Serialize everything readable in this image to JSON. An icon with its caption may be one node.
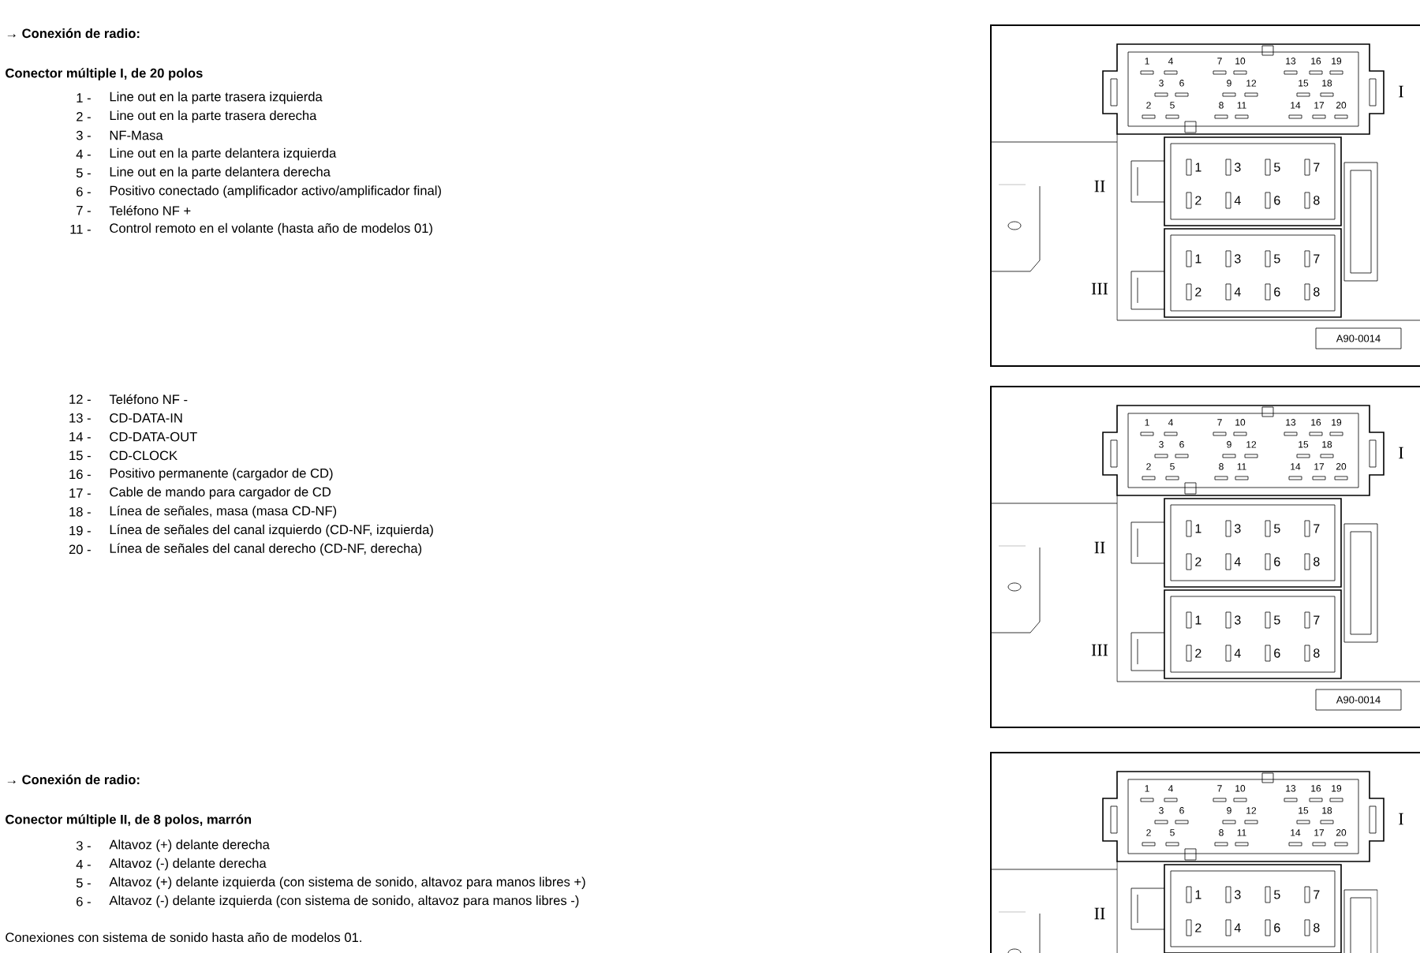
{
  "diagram": {
    "labels": [
      "→ Conexión de radio:",
      "Conector múltiple I, de 20 polos",
      "1 -",
      "Line out en la parte trasera izquierda",
      "2 -",
      "Line out en la parte trasera derecha",
      "3 -",
      "NF-Masa",
      "4 -",
      "Line out en la parte delantera izquierda",
      "5 -",
      "Line out en la parte delantera derecha",
      "6 -",
      "Positivo conectado (amplificador activo/amplificador final)",
      "7 -",
      "Teléfono NF +",
      "11 -",
      "Control remoto en el volante (hasta año de modelos 01)",
      "1",
      "2",
      "3",
      "4",
      "5",
      "6",
      "7",
      "8",
      "9",
      "10",
      "11",
      "12",
      "13",
      "14",
      "15",
      "16",
      "17",
      "18",
      "19",
      "20",
      "I",
      "1",
      "2",
      "3",
      "4",
      "5",
      "6",
      "7",
      "8",
      "II",
      "1",
      "2",
      "3",
      "4",
      "5",
      "6",
      "7",
      "8",
      "III",
      "A90-0014",
      "12 -",
      "Teléfono NF -",
      "13 -",
      "CD-DATA-IN",
      "14 -",
      "CD-DATA-OUT",
      "15 -",
      "CD-CLOCK",
      "16 -",
      "Positivo permanente (cargador de CD)",
      "17 -",
      "Cable de mando para cargador de CD",
      "18 -",
      "Línea de señales, masa (masa CD-NF)",
      "19 -",
      "Línea de señales del canal izquierdo (CD-NF, izquierda)",
      "20 -",
      "Línea de señales del canal derecho (CD-NF, derecha)",
      "1",
      "2",
      "3",
      "4",
      "5",
      "6",
      "7",
      "8",
      "9",
      "10",
      "11",
      "12",
      "13",
      "14",
      "15",
      "16",
      "17",
      "18",
      "19",
      "20",
      "I",
      "1",
      "2",
      "3",
      "4",
      "5",
      "6",
      "7",
      "8",
      "II",
      "1",
      "2",
      "3",
      "4",
      "5",
      "6",
      "7",
      "8",
      "III",
      "A90-0014",
      "→ Conexión de radio:",
      "Conector múltiple II, de 8 polos, marrón",
      "3 -",
      "Altavoz (+) delante derecha",
      "4 -",
      "Altavoz (-) delante derecha",
      "5 -",
      "Altavoz (+) delante izquierda (con sistema de sonido, altavoz para manos libres +)",
      "6 -",
      "Altavoz (-) delante izquierda (con sistema de sonido, altavoz para manos libres -)",
      "Conexiones con sistema de sonido hasta año de modelos 01.",
      "1",
      "2",
      "3",
      "4",
      "5",
      "6",
      "7",
      "8",
      "9",
      "10",
      "11",
      "12",
      "13",
      "14",
      "15",
      "16",
      "17",
      "18",
      "19",
      "20",
      "I",
      "1",
      "2",
      "3",
      "4",
      "5",
      "6",
      "7",
      "8",
      "II"
    ]
  }
}
